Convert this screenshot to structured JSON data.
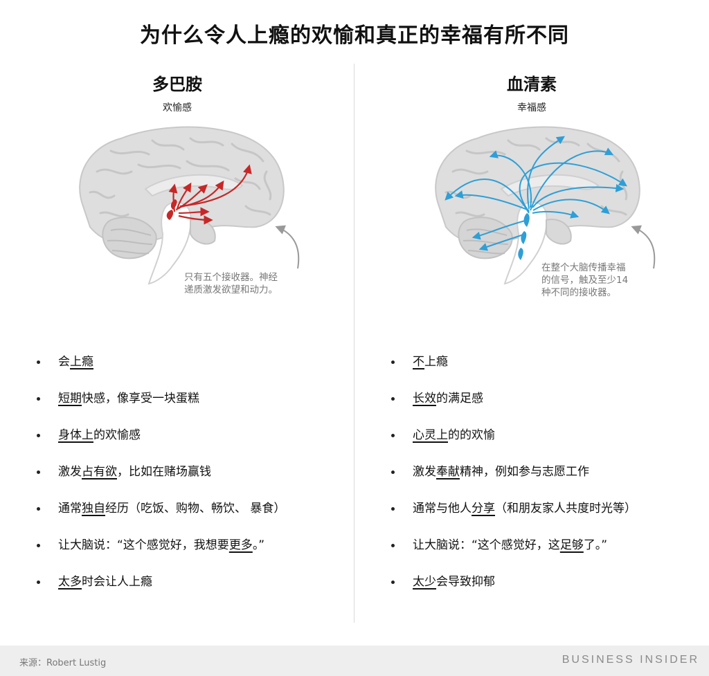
{
  "title": "为什么令人上瘾的欢愉和真正的幸福有所不同",
  "left": {
    "heading": "多巴胺",
    "subheading": "欢愉感",
    "accent_color": "#c62828",
    "note_lines": [
      "只有五个接收器。神经",
      "递质激发欲望和动力。"
    ],
    "items": [
      {
        "pre": "会",
        "u": "上瘾",
        "post": ""
      },
      {
        "pre": "",
        "u": "短期",
        "post": "快感，像享受一块蛋糕"
      },
      {
        "pre": "",
        "u": "身体上",
        "post": "的欢愉感"
      },
      {
        "pre": "激发",
        "u": "占有欲",
        "post": "，比如在赌场赢钱"
      },
      {
        "pre": "通常",
        "u": "独自",
        "post": "经历（吃饭、购物、畅饮、 暴食）"
      },
      {
        "pre": "让大脑说：“这个感觉好，我想要",
        "u": "更多",
        "post": "。”"
      },
      {
        "pre": "",
        "u": "太多",
        "post": "时会让人上瘾"
      }
    ]
  },
  "right": {
    "heading": "血清素",
    "subheading": "幸福感",
    "accent_color": "#2e9fd6",
    "note_lines": [
      "在整个大脑传播幸福",
      "的信号，触及至少14",
      "种不同的接收器。"
    ],
    "items": [
      {
        "pre": "",
        "u": "不",
        "post": "上瘾"
      },
      {
        "pre": "",
        "u": "长效",
        "post": "的满足感"
      },
      {
        "pre": "",
        "u": "心灵上",
        "post": "的的欢愉"
      },
      {
        "pre": "激发",
        "u": "奉献",
        "post": "精神，例如参与志愿工作"
      },
      {
        "pre": "通常与他人",
        "u": "分享",
        "post": "（和朋友家人共度时光等）"
      },
      {
        "pre": "让大脑说：“这个感觉好，这",
        "u": "足够",
        "post": "了。”"
      },
      {
        "pre": "",
        "u": "太少",
        "post": "会导致抑郁"
      }
    ]
  },
  "footer": {
    "source": "来源：Robert Lustig",
    "brand": "BUSINESS INSIDER"
  }
}
